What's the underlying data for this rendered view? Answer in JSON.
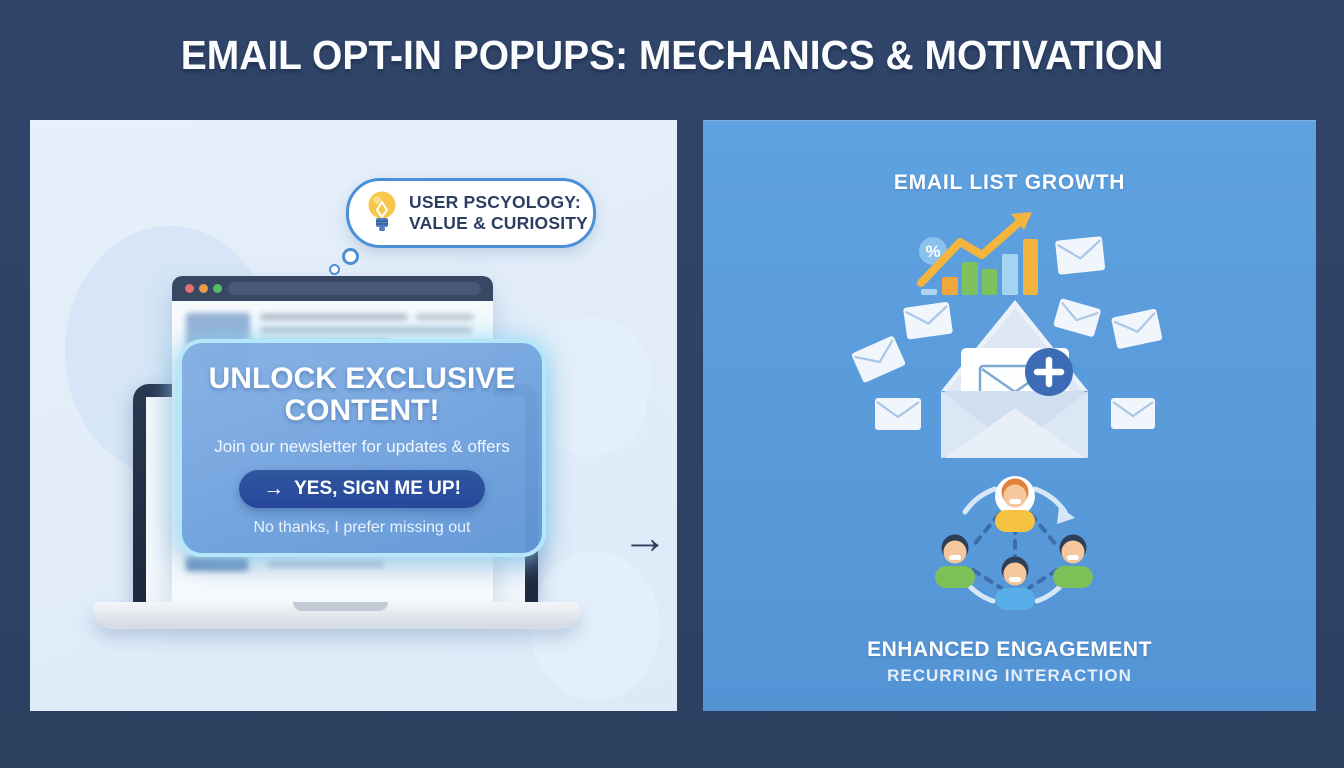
{
  "header": {
    "title": "EMAIL OPT-IN POPUPS: MECHANICS & MOTIVATION"
  },
  "left_panel": {
    "thought_bubble": {
      "line1": "USER PSCYOLOGY:",
      "line2": "VALUE & CURIOSITY",
      "icon": "lightbulb-icon"
    },
    "popup": {
      "headline_line1": "UNLOCK EXCLUSIVE",
      "headline_line2": "CONTENT!",
      "subtitle": "Join our newsletter for updates & offers",
      "cta_arrow": "→",
      "cta_label": "YES, SIGN ME UP!",
      "dismiss_label": "No thanks, I prefer missing out"
    },
    "browser": {
      "window_controls": [
        "close",
        "minimize",
        "maximize"
      ]
    }
  },
  "connector": {
    "arrow_glyph": "→"
  },
  "right_panel": {
    "top_caption": "EMAIL LIST GROWTH",
    "growth_chart": {
      "percent_label": "%"
    },
    "bottom_caption_primary": "ENHANCED ENGAGEMENT",
    "bottom_caption_secondary": "RECURRING INTERACTION"
  },
  "colors": {
    "background_navy": "#2d4164",
    "left_panel_bg": "#e0ebf8",
    "right_panel_bg": "#5a9edd",
    "popup_fill": "#6ea8df",
    "popup_glow_border": "#b5e7fb",
    "cta_button": "#2b4f9e",
    "bubble_border": "#4a8fd8",
    "accent_yellow": "#f3b53e",
    "accent_orange": "#f0a73e",
    "accent_green": "#7dc25c",
    "accent_light_blue": "#a5d3f2",
    "plus_badge_blue": "#3b6cb5"
  }
}
